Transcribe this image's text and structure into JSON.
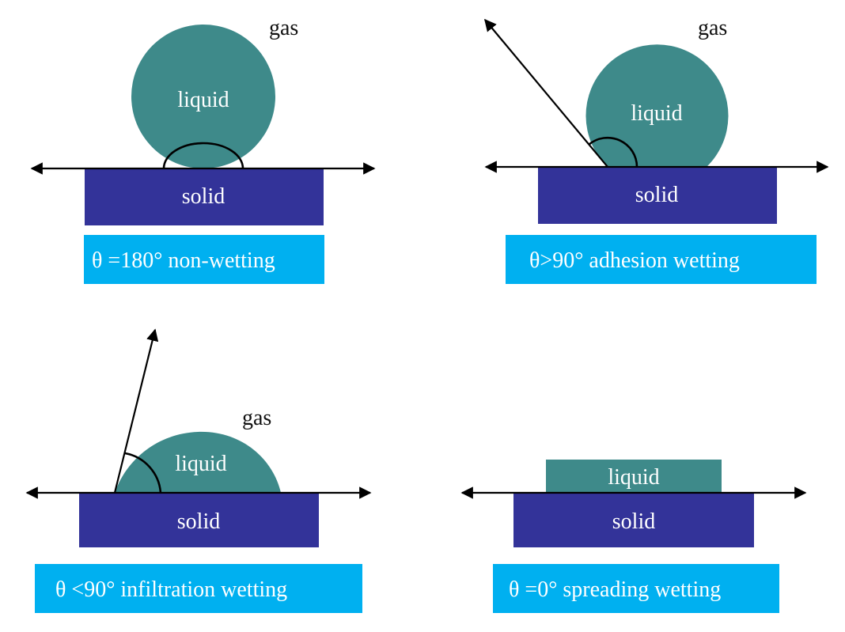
{
  "colors": {
    "liquid": "#3e8a8a",
    "solid": "#333399",
    "caption_bg": "#00b0f0",
    "text_on_fill": "#ffffff",
    "line": "#000000"
  },
  "panels": [
    {
      "id": "non-wetting",
      "gas_label": "gas",
      "liquid_label": "liquid",
      "solid_label": "solid",
      "caption": "θ =180°  non-wetting"
    },
    {
      "id": "adhesion-wetting",
      "gas_label": "gas",
      "liquid_label": "liquid",
      "solid_label": "solid",
      "caption": "θ>90°  adhesion wetting"
    },
    {
      "id": "infiltration-wetting",
      "gas_label": "gas",
      "liquid_label": "liquid",
      "solid_label": "solid",
      "caption": "θ <90°  infiltration wetting"
    },
    {
      "id": "spreading-wetting",
      "liquid_label": "liquid",
      "solid_label": "solid",
      "caption": "θ =0°  spreading wetting"
    }
  ]
}
